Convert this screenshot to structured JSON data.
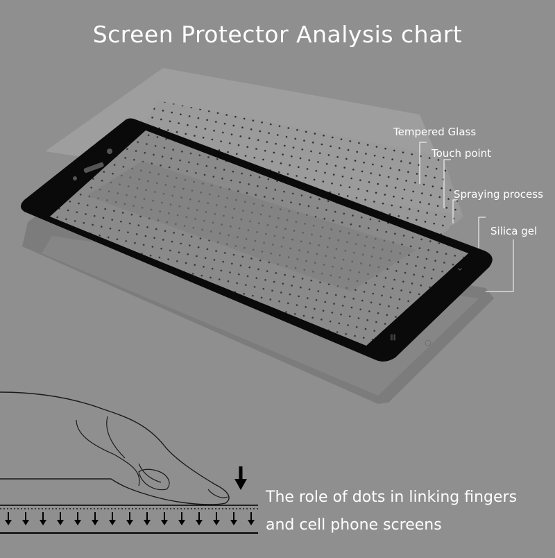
{
  "title": "Screen Protector Analysis chart",
  "layers": [
    {
      "label": "Tempered Glass"
    },
    {
      "label": "Touch point"
    },
    {
      "label": "Spraying process"
    },
    {
      "label": "Silica gel"
    }
  ],
  "caption": {
    "line1": "The role of dots in linking fingers",
    "line2": "and cell phone screens"
  },
  "phone_icons": {
    "menu": "≡",
    "home": "○",
    "back": "‹"
  },
  "colors": {
    "background": "#8f8f8f",
    "frame": "#0a0a0a",
    "text": "#ffffff"
  }
}
